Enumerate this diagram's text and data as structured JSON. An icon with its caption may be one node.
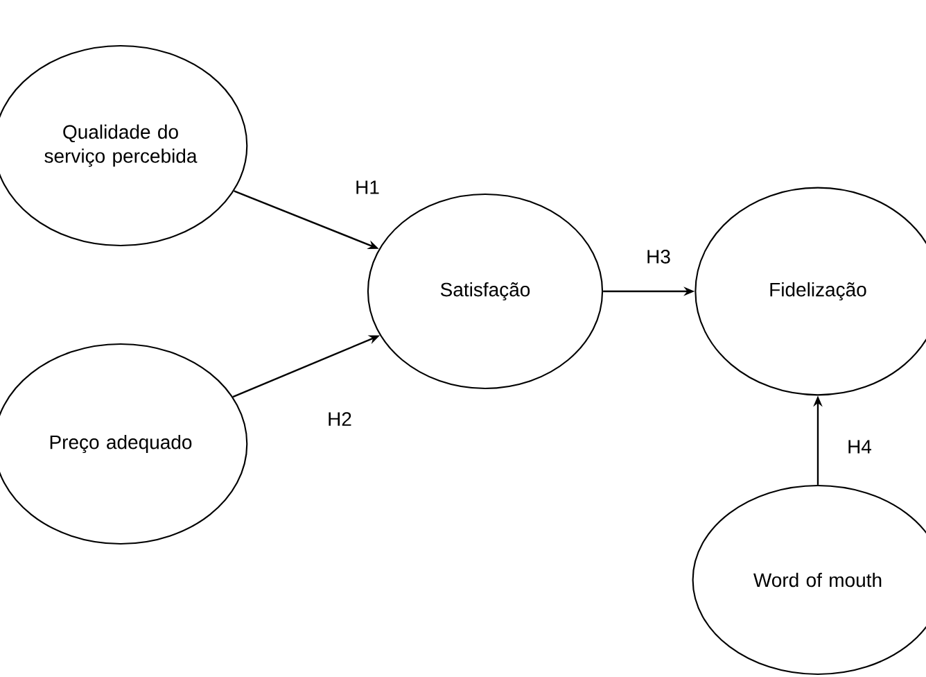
{
  "diagram": {
    "nodes": [
      {
        "text": [
          "Qualidade do serviço percebida"
        ]
      },
      {
        "text": [
          "Preço adequado"
        ]
      },
      {
        "text": [
          "Satisfação"
        ]
      },
      {
        "text": [
          "Fidelização"
        ]
      },
      {
        "text": [
          "Word of mouth"
        ]
      }
    ],
    "edges": [
      {
        "from": 0,
        "to": 2,
        "arrow": "to",
        "label": "H1"
      },
      {
        "from": 1,
        "to": 2,
        "arrow": "to",
        "label": "H2"
      },
      {
        "from": 2,
        "to": 3,
        "arrow": "to",
        "label": "H3"
      },
      {
        "from": 4,
        "to": 3,
        "arrow": "to",
        "label": "H4"
      }
    ]
  }
}
